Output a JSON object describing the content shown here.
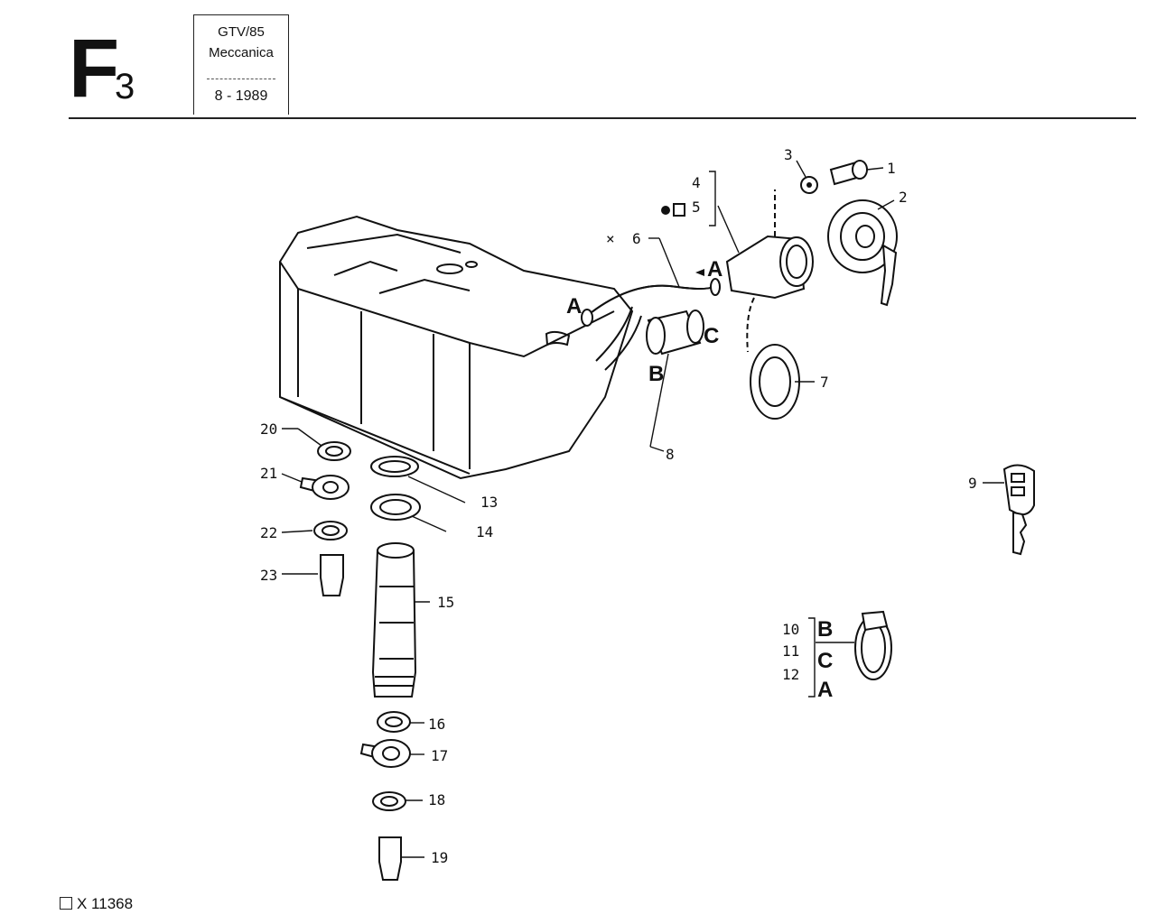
{
  "header": {
    "sheet_letter": "F",
    "sheet_number": "3",
    "model": "GTV/85",
    "section": "Meccanica",
    "date": "8 - 1989"
  },
  "footer": {
    "code": "X 11368"
  },
  "callouts": {
    "c1": "1",
    "c2": "2",
    "c3": "3",
    "c4": "4",
    "c5": "5",
    "c6": "6",
    "c7": "7",
    "c8": "8",
    "c9": "9",
    "c10": "10",
    "c11": "11",
    "c12": "12",
    "c13": "13",
    "c14": "14",
    "c15": "15",
    "c16": "16",
    "c17": "17",
    "c18": "18",
    "c19": "19",
    "c20": "20",
    "c21": "21",
    "c22": "22",
    "c23": "23"
  },
  "connection_letters": {
    "a_hose_left": "A",
    "a_hose_right": "A",
    "b_sleeve": "B",
    "c_clamp": "C",
    "legend_b": "B",
    "legend_c": "C",
    "legend_a": "A"
  },
  "symbols": {
    "x_mark": "×"
  }
}
